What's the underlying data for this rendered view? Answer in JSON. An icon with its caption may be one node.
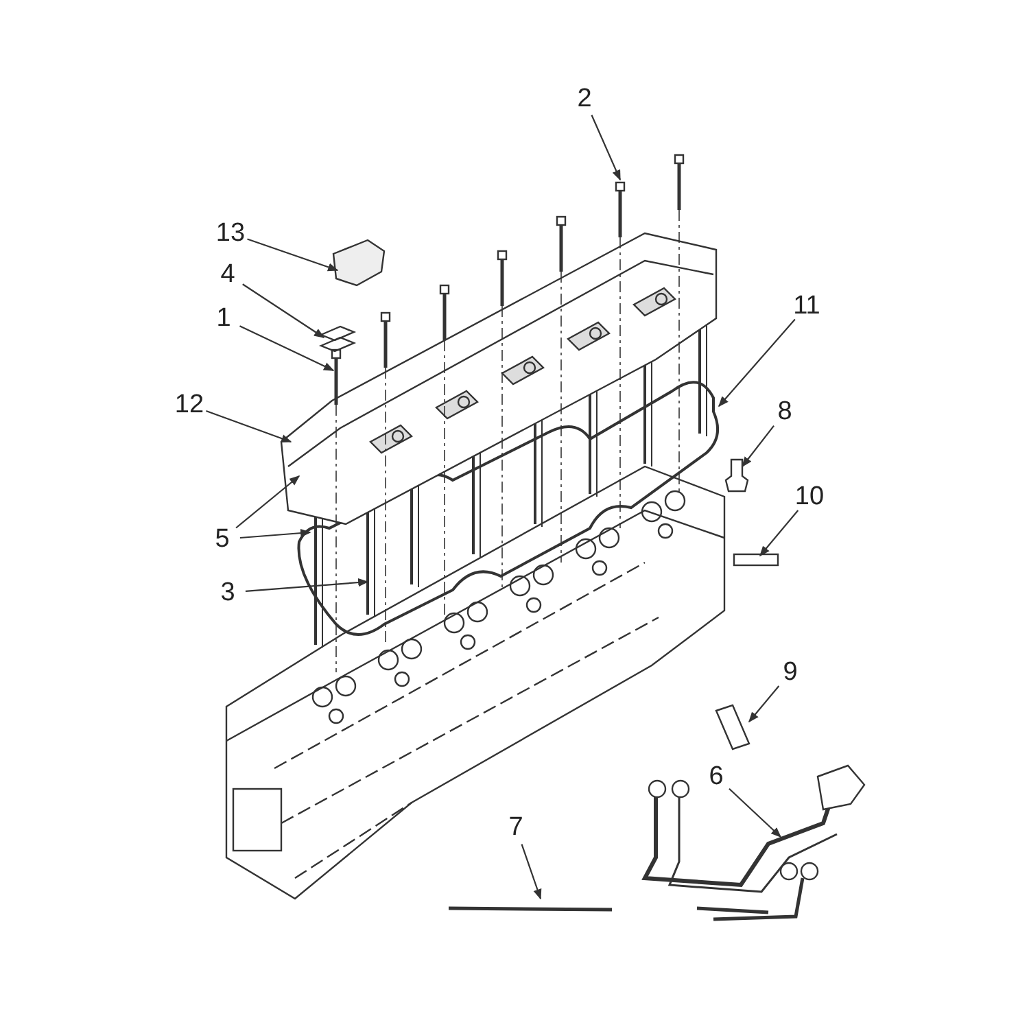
{
  "diagram": {
    "nodes": [
      {
        "text": [
          "2"
        ]
      },
      {
        "text": [
          "13"
        ]
      },
      {
        "text": [
          "11"
        ]
      },
      {
        "text": [
          "4"
        ]
      },
      {
        "text": [
          "1"
        ]
      },
      {
        "text": [
          "12"
        ]
      },
      {
        "text": [
          "8"
        ]
      },
      {
        "text": [
          "10"
        ]
      },
      {
        "text": [
          "5"
        ]
      },
      {
        "text": [
          "3"
        ]
      },
      {
        "text": [
          "9"
        ]
      },
      {
        "text": [
          "6"
        ]
      },
      {
        "text": [
          "7"
        ]
      }
    ],
    "edges": [
      {
        "from": 0,
        "to": null,
        "arrow": "to"
      },
      {
        "from": 1,
        "to": null,
        "arrow": "to"
      },
      {
        "from": 2,
        "to": null,
        "arrow": "to"
      },
      {
        "from": 3,
        "to": null,
        "arrow": "to"
      },
      {
        "from": 4,
        "to": null,
        "arrow": "to"
      },
      {
        "from": 5,
        "to": null,
        "arrow": "to"
      },
      {
        "from": 6,
        "to": null,
        "arrow": "to"
      },
      {
        "from": 7,
        "to": null,
        "arrow": "to"
      },
      {
        "from": 8,
        "to": null,
        "arrow": "to"
      },
      {
        "from": 8,
        "to": null,
        "arrow": "to"
      },
      {
        "from": 9,
        "to": null,
        "arrow": "to"
      },
      {
        "from": 10,
        "to": null,
        "arrow": "to"
      },
      {
        "from": 11,
        "to": null,
        "arrow": "to"
      },
      {
        "from": 12,
        "to": null,
        "arrow": "to"
      }
    ]
  }
}
